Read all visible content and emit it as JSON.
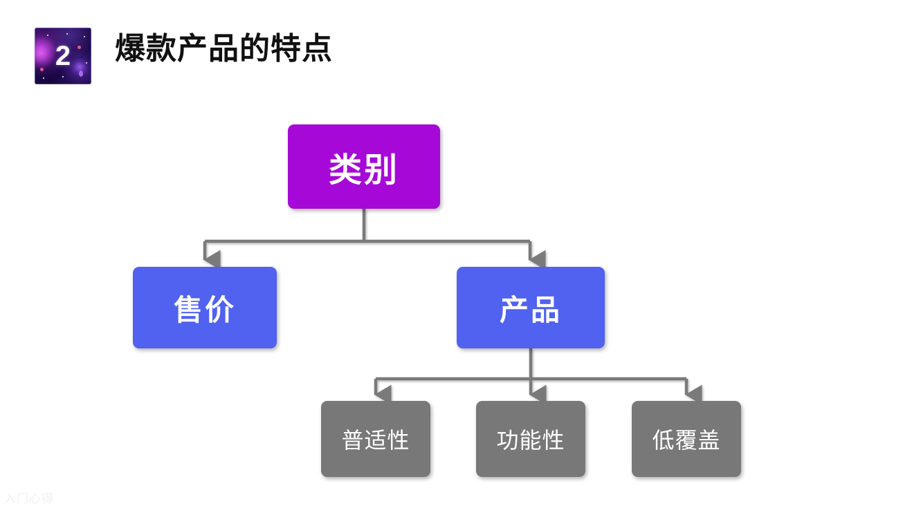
{
  "header": {
    "badge_number": "2",
    "badge_icon": "nebula-badge-icon",
    "title": "爆款产品的特点"
  },
  "diagram": {
    "type": "org-chart",
    "line_color": "#7a7a7a",
    "nodes": [
      {
        "id": "category",
        "label": "类别",
        "level": "root",
        "color": "#a609d7"
      },
      {
        "id": "price",
        "label": "售价",
        "level": "mid",
        "color": "#5062ef"
      },
      {
        "id": "product",
        "label": "产品",
        "level": "mid",
        "color": "#5062ef"
      },
      {
        "id": "general",
        "label": "普适性",
        "level": "leaf",
        "color": "#787878"
      },
      {
        "id": "function",
        "label": "功能性",
        "level": "leaf",
        "color": "#787878"
      },
      {
        "id": "coverage",
        "label": "低覆盖",
        "level": "leaf",
        "color": "#787878"
      }
    ],
    "edges": [
      {
        "from": "category",
        "to": "price"
      },
      {
        "from": "category",
        "to": "product"
      },
      {
        "from": "product",
        "to": "general"
      },
      {
        "from": "product",
        "to": "function"
      },
      {
        "from": "product",
        "to": "coverage"
      }
    ]
  },
  "footer": {
    "residue_text": "入门心得"
  }
}
